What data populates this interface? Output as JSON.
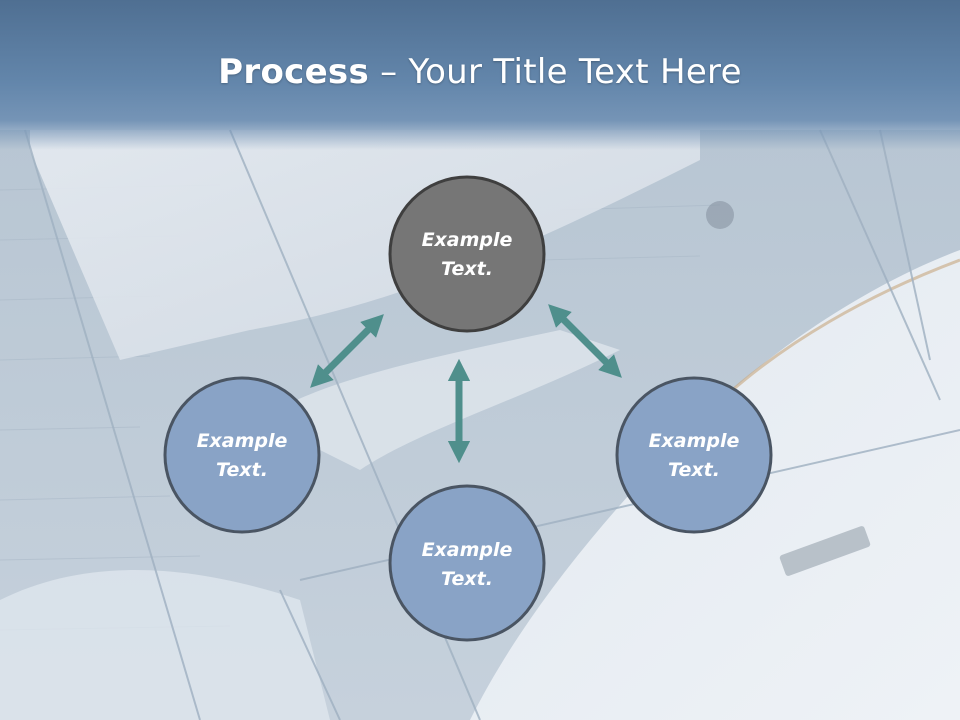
{
  "title": {
    "bold": "Process",
    "dash": " – ",
    "rest": "Your Title Text Here"
  },
  "nodes": [
    {
      "id": "top",
      "line1": "Example",
      "line2": "Text."
    },
    {
      "id": "left",
      "line1": "Example",
      "line2": "Text."
    },
    {
      "id": "bottom",
      "line1": "Example",
      "line2": "Text."
    },
    {
      "id": "right",
      "line1": "Example",
      "line2": "Text."
    }
  ],
  "colors": {
    "center_fill": "#767676",
    "outer_fill": "#89a3c6",
    "node_stroke": "#3f3f3f",
    "arrow": "#4f8f8c",
    "title_band": "#5f80a5"
  }
}
